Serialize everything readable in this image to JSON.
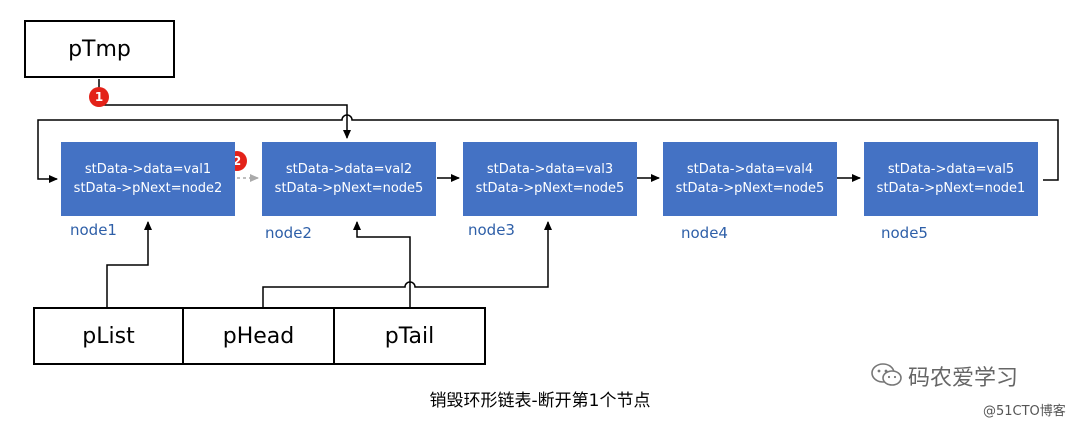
{
  "diagram": {
    "caption": "销毁环形链表-断开第1个节点",
    "temp_pointer": "pTmp",
    "pointers": [
      "pList",
      "pHead",
      "pTail"
    ],
    "nodes": [
      {
        "line1": "stData->data=val1",
        "line2": "stData->pNext=node2",
        "label": "node1"
      },
      {
        "line1": "stData->data=val2",
        "line2": "stData->pNext=node5",
        "label": "node2"
      },
      {
        "line1": "stData->data=val3",
        "line2": "stData->pNext=node5",
        "label": "node3"
      },
      {
        "line1": "stData->data=val4",
        "line2": "stData->pNext=node5",
        "label": "node4"
      },
      {
        "line1": "stData->data=val5",
        "line2": "stData->pNext=node1",
        "label": "node5"
      }
    ],
    "steps": [
      "1",
      "2"
    ]
  },
  "watermark": {
    "wechat": "码农爱学习",
    "blog": "@51CTO博客"
  },
  "colors": {
    "node_fill": "#4472c4",
    "node_label": "#2e5fa8",
    "step_badge": "#e32219"
  },
  "icons": {
    "wechat": "wechat-icon"
  }
}
